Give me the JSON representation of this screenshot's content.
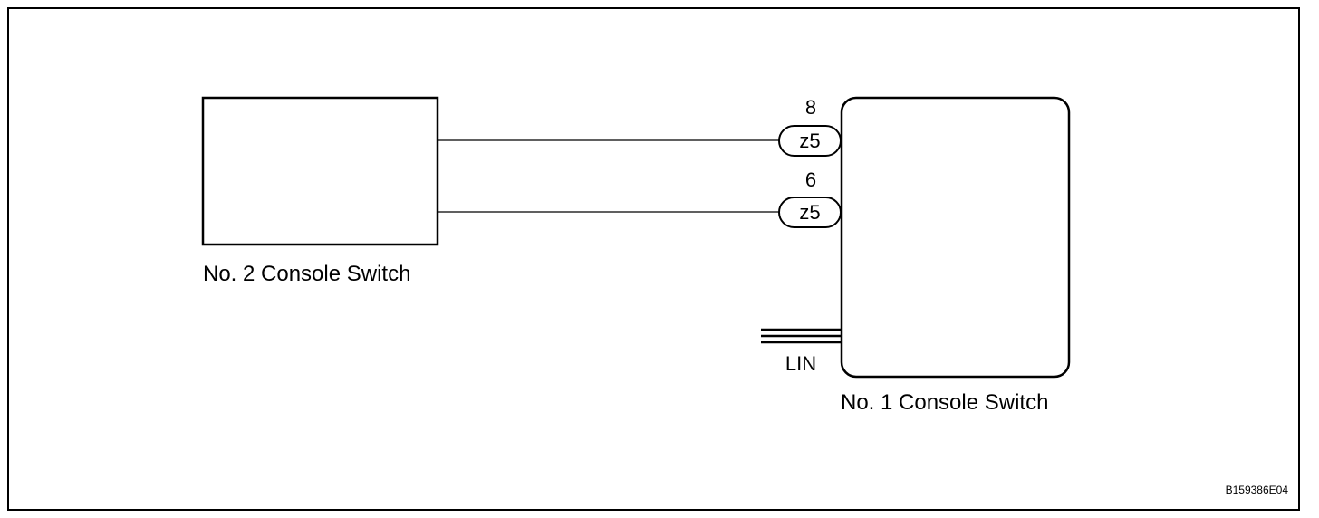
{
  "components": {
    "no2_console_switch": {
      "label": "No. 2 Console Switch"
    },
    "no1_console_switch": {
      "label": "No. 1 Console Switch"
    }
  },
  "connectors": [
    {
      "pin": "8",
      "connector": "z5"
    },
    {
      "pin": "6",
      "connector": "z5"
    }
  ],
  "bus": {
    "label": "LIN"
  },
  "figure_id": "B159386E04"
}
